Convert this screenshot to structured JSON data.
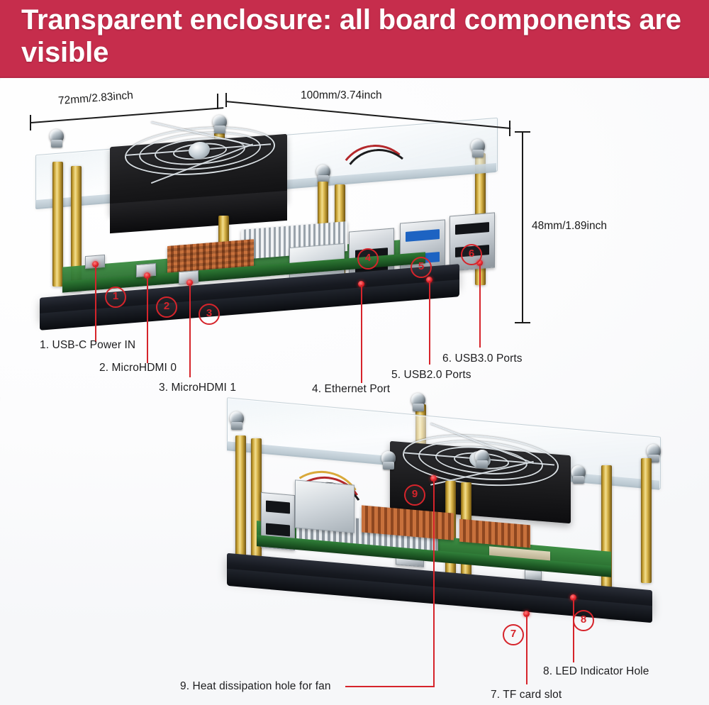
{
  "banner": {
    "title": "Transparent enclosure: all board components are visible",
    "bg_color": "#c62d4c",
    "text_color": "#ffffff"
  },
  "accent_color": "#d6242b",
  "dimensions": {
    "width_label": "72mm/2.83inch",
    "depth_label": "100mm/3.74inch",
    "height_label": "48mm/1.89inch"
  },
  "callouts": [
    {
      "num": "1",
      "label": "1. USB-C Power IN"
    },
    {
      "num": "2",
      "label": "2. MicroHDMI 0"
    },
    {
      "num": "3",
      "label": "3. MicroHDMI 1"
    },
    {
      "num": "4",
      "label": "4. Ethernet Port"
    },
    {
      "num": "5",
      "label": "5. USB2.0 Ports"
    },
    {
      "num": "6",
      "label": "6. USB3.0 Ports"
    },
    {
      "num": "7",
      "label": "7. TF card slot"
    },
    {
      "num": "8",
      "label": "8. LED Indicator Hole"
    },
    {
      "num": "9",
      "label": "9. Heat dissipation hole for fan"
    }
  ],
  "photos": {
    "top": {
      "name": "front-angle-view"
    },
    "bottom": {
      "name": "rear-angle-view"
    }
  }
}
